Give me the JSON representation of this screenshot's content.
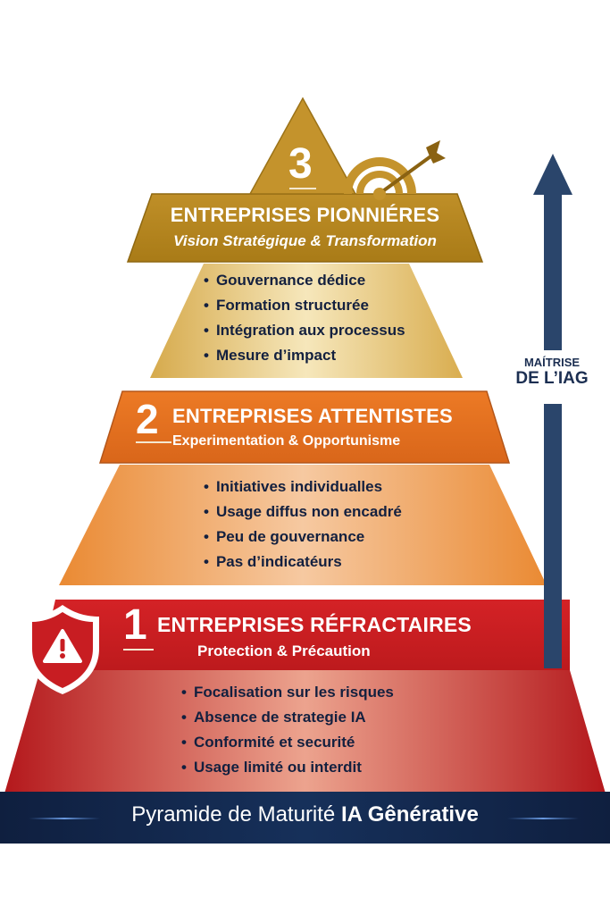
{
  "diagram": {
    "title_prefix": "Pyramide de Maturité",
    "title_bold": "IA Gênérative",
    "arrow": {
      "label_line1": "MAÍTRISE",
      "label_line2": "DE L’IAG",
      "color": "#2a456b",
      "icon": "arrow-up-icon"
    },
    "levels": [
      {
        "number": "3",
        "title": "ENTREPRISES PIONNIÉRES",
        "subtitle": "Vision Stratégique & Transformation",
        "icon": "target-arrow-icon",
        "color": "#b8861e",
        "items": [
          "Gouvernance dédice",
          "Formation structurée",
          "Intégration aux processus",
          "Mesure d’impact"
        ]
      },
      {
        "number": "2",
        "title": "ENTREPRISES ATTENTISTES",
        "subtitle": "Experimentation & Opportunisme",
        "color": "#e2721f",
        "items": [
          "Initiatives individualles",
          "Usage diffus non encadré",
          "Peu de gouvernance",
          "Pas d’indicatéurs"
        ]
      },
      {
        "number": "1",
        "title": "ENTREPRISES RÉFRACTAIRES",
        "subtitle": "Protection & Précaution",
        "icon": "shield-warning-icon",
        "color": "#c41b1e",
        "items": [
          "Focalisation sur les risques",
          "Absence de strategie IA",
          "Conformité et securité",
          "Usage limité ou interdit"
        ]
      }
    ],
    "footer_color": "#12254a"
  }
}
